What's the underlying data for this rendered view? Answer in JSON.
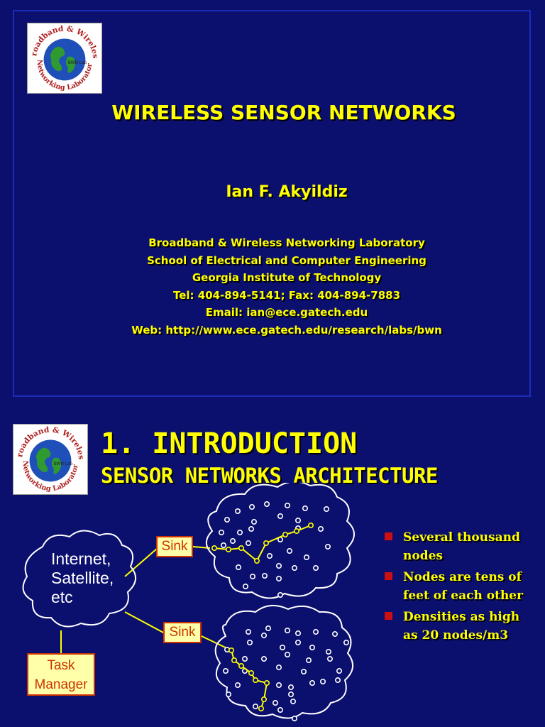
{
  "slide1": {
    "logo": {
      "top_text": "Broadband & Wireless",
      "bottom_text": "Networking Laboratory",
      "center_text": "BWN Lab"
    },
    "title": "WIRELESS SENSOR NETWORKS",
    "author": "Ian F. Akyildiz",
    "info_lines": [
      "Broadband & Wireless Networking Laboratory",
      "School of Electrical and Computer Engineering",
      "Georgia Institute of Technology",
      "Tel: 404-894-5141; Fax: 404-894-7883",
      "Email: ian@ece.gatech.edu",
      "Web: http://www.ece.gatech.edu/research/labs/bwn"
    ]
  },
  "slide2": {
    "heading": "1. INTRODUCTION",
    "subheading": "SENSOR NETWORKS ARCHITECTURE",
    "cloud_lines": [
      "Internet,",
      "Satellite,",
      "etc"
    ],
    "sink_label": "Sink",
    "task_manager_lines": [
      "Task",
      "Manager"
    ],
    "bullets": [
      "Several thousand nodes",
      "Nodes are tens of feet of each other",
      "Densities as high as 20 nodes/m3"
    ]
  },
  "colors": {
    "background": "#0b0f6e",
    "title_text": "#ffff00",
    "box_fill": "#ffffaa",
    "box_border": "#cc3300",
    "bullet": "#cc1010"
  }
}
